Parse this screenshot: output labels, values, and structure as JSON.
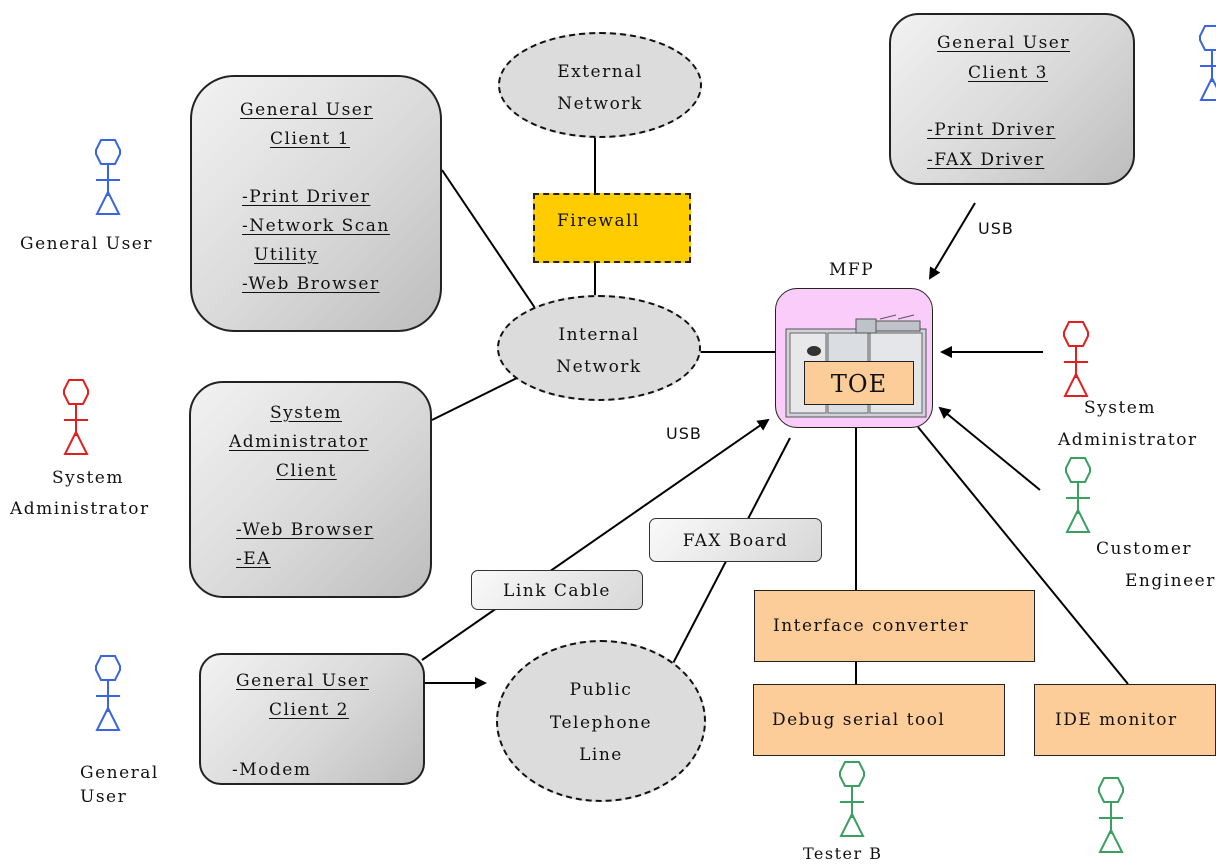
{
  "clients": {
    "client1": {
      "title_1": "General User",
      "title_2": "Client 1",
      "items": [
        "-Print Driver",
        "-Network Scan",
        "Utility",
        "-Web Browser"
      ]
    },
    "client3": {
      "title_1": "General User",
      "title_2": "Client 3",
      "items": [
        "-Print Driver",
        "-FAX Driver"
      ]
    },
    "sysadmin_client": {
      "title_1": "System",
      "title_2": "Administrator",
      "title_3": "Client",
      "items": [
        "-Web Browser",
        "-EA"
      ]
    },
    "client2": {
      "title_1": "General User",
      "title_2": "Client 2",
      "items": [
        "-Modem"
      ]
    }
  },
  "networks": {
    "external": [
      "External",
      "Network"
    ],
    "internal": [
      "Internal",
      "Network"
    ],
    "telephone": [
      "Public",
      "Telephone",
      "Line"
    ]
  },
  "components": {
    "firewall": "Firewall",
    "mfp_label": "MFP",
    "toe": "TOE",
    "fax_board": "FAX Board",
    "link_cable": "Link Cable",
    "interface_converter": "Interface converter",
    "debug_serial_tool": "Debug serial tool",
    "ide_monitor": "IDE monitor"
  },
  "connection_labels": {
    "usb_client3": "USB",
    "usb_link": "USB"
  },
  "actors": {
    "general_user_left": [
      "General User"
    ],
    "sysadmin_left": [
      "System",
      "Administrator"
    ],
    "general_user_bottom": [
      "General",
      "User"
    ],
    "sysadmin_right": [
      "System",
      "Administrator"
    ],
    "customer_engineer": [
      "Customer",
      "Engineer"
    ],
    "tester_b": [
      "Tester B"
    ],
    "tester_a": [],
    "general_user_top_right": []
  },
  "colors": {
    "general_user": "#3a64e0",
    "system_administrator": "#e02020",
    "engineer": "#3aa060",
    "mfp_panel": "#f9ccf9",
    "firewall": "#ffcc00",
    "tool_box": "#fccc99"
  }
}
